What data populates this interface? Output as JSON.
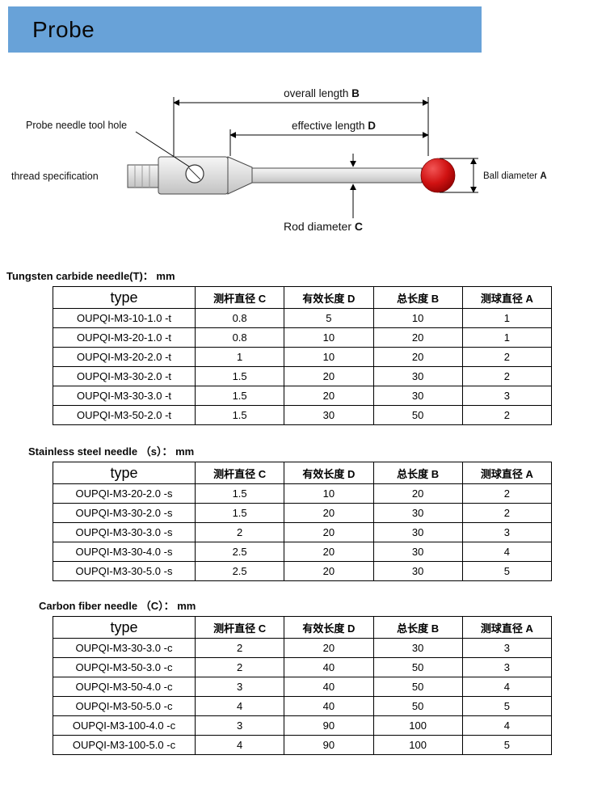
{
  "header": {
    "title": "Probe"
  },
  "diagram": {
    "overall": {
      "prefix": "overall length ",
      "key": "B"
    },
    "effective": {
      "prefix": "effective length ",
      "key": "D"
    },
    "tool_hole_label": "Probe needle tool hole",
    "thread_label": "thread specification",
    "ball": {
      "prefix": "Ball diameter ",
      "key": "A"
    },
    "rod": {
      "prefix": "Rod diameter ",
      "key": "C"
    },
    "colors": {
      "ball": "#d01212",
      "body": "#dcdcdc"
    }
  },
  "tables": [
    {
      "label": "Tungsten carbide needle(T)：",
      "unit": "mm",
      "headers": [
        "type",
        "测杆直径 C",
        "有效长度 D",
        "总长度 B",
        "测球直径 A"
      ],
      "rows": [
        [
          "OUPQI-M3-10-1.0 -t",
          "0.8",
          "5",
          "10",
          "1"
        ],
        [
          "OUPQI-M3-20-1.0 -t",
          "0.8",
          "10",
          "20",
          "1"
        ],
        [
          "OUPQI-M3-20-2.0 -t",
          "1",
          "10",
          "20",
          "2"
        ],
        [
          "OUPQI-M3-30-2.0 -t",
          "1.5",
          "20",
          "30",
          "2"
        ],
        [
          "OUPQI-M3-30-3.0 -t",
          "1.5",
          "20",
          "30",
          "3"
        ],
        [
          "OUPQI-M3-50-2.0 -t",
          "1.5",
          "30",
          "50",
          "2"
        ]
      ]
    },
    {
      "label": "Stainless steel needle （s）：",
      "unit": "mm",
      "headers": [
        "type",
        "测杆直径 C",
        "有效长度 D",
        "总长度 B",
        "测球直径 A"
      ],
      "rows": [
        [
          "OUPQI-M3-20-2.0 -s",
          "1.5",
          "10",
          "20",
          "2"
        ],
        [
          "OUPQI-M3-30-2.0 -s",
          "1.5",
          "20",
          "30",
          "2"
        ],
        [
          "OUPQI-M3-30-3.0 -s",
          "2",
          "20",
          "30",
          "3"
        ],
        [
          "OUPQI-M3-30-4.0 -s",
          "2.5",
          "20",
          "30",
          "4"
        ],
        [
          "OUPQI-M3-30-5.0 -s",
          "2.5",
          "20",
          "30",
          "5"
        ]
      ]
    },
    {
      "label": "Carbon fiber needle （C）：",
      "unit": "mm",
      "headers": [
        "type",
        "测杆直径 C",
        "有效长度 D",
        "总长度 B",
        "测球直径 A"
      ],
      "rows": [
        [
          "OUPQI-M3-30-3.0 -c",
          "2",
          "20",
          "30",
          "3"
        ],
        [
          "OUPQI-M3-50-3.0 -c",
          "2",
          "40",
          "50",
          "3"
        ],
        [
          "OUPQI-M3-50-4.0 -c",
          "3",
          "40",
          "50",
          "4"
        ],
        [
          "OUPQI-M3-50-5.0 -c",
          "4",
          "40",
          "50",
          "5"
        ],
        [
          "OUPQI-M3-100-4.0 -c",
          "3",
          "90",
          "100",
          "4"
        ],
        [
          "OUPQI-M3-100-5.0 -c",
          "4",
          "90",
          "100",
          "5"
        ]
      ]
    }
  ]
}
